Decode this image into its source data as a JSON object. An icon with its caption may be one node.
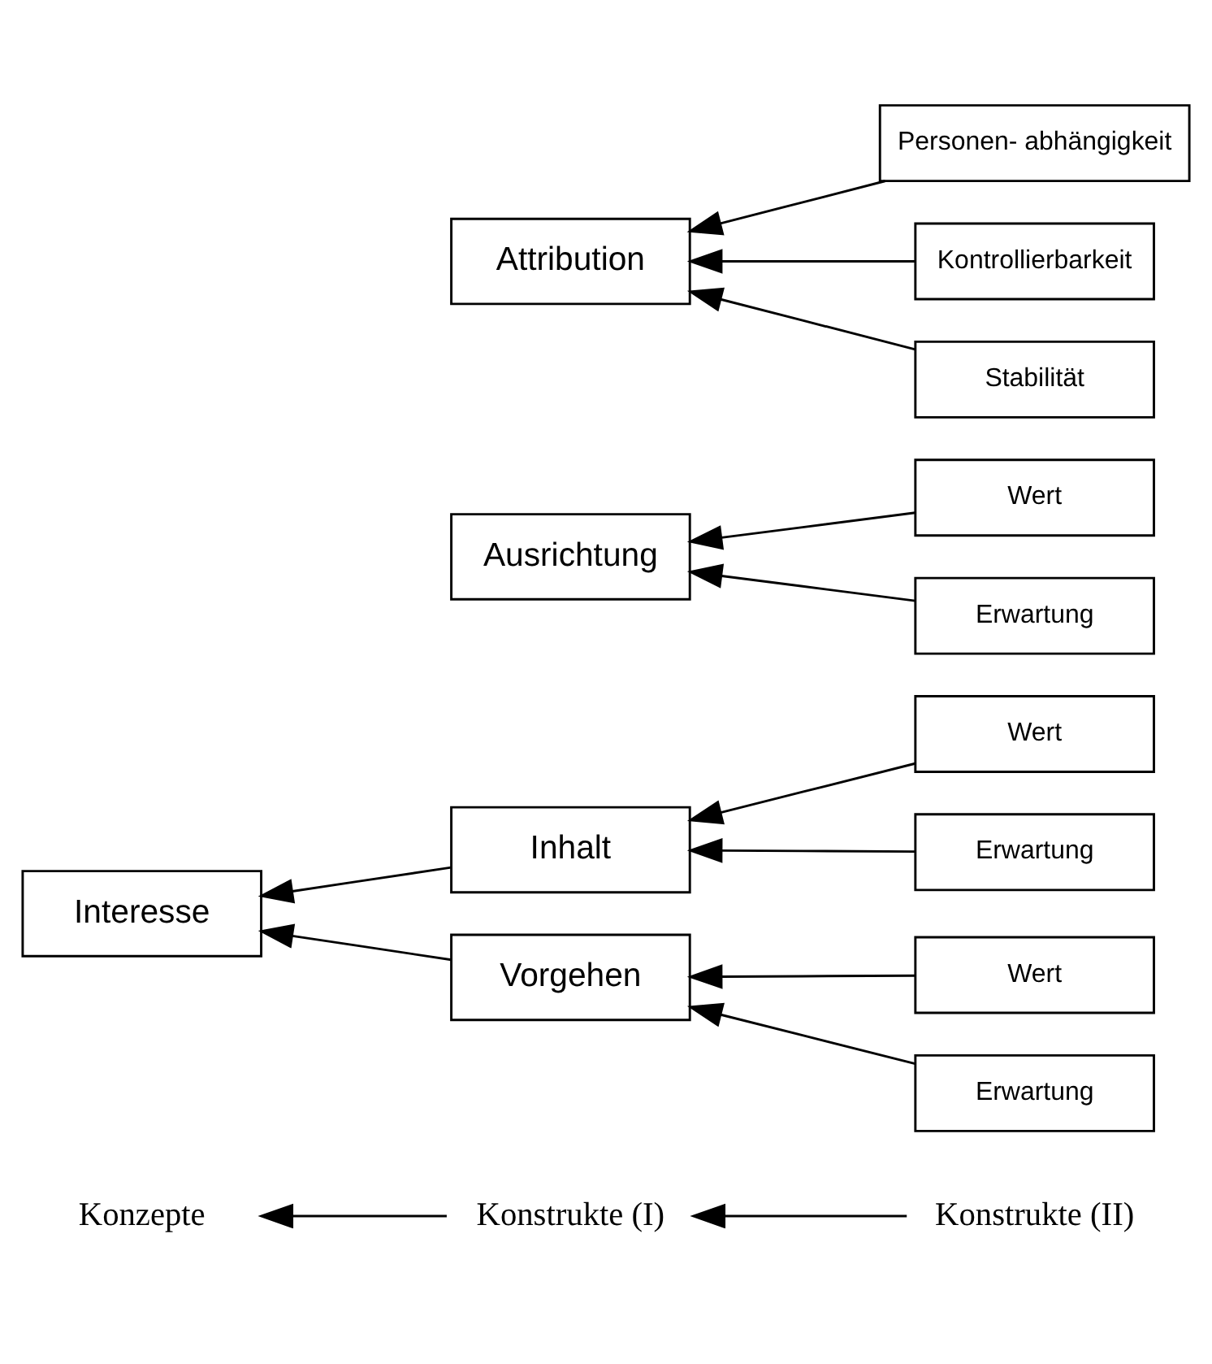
{
  "diagram": {
    "nodes": [
      {
        "text": [
          "Konzepte"
        ]
      },
      {
        "text": [
          "Konstrukte (I)"
        ]
      },
      {
        "text": [
          "Konstrukte (II)"
        ]
      },
      {
        "text": [
          "Interesse"
        ]
      },
      {
        "text": [
          "Inhalt"
        ]
      },
      {
        "text": [
          "Wert"
        ]
      },
      {
        "text": [
          "Erwartung"
        ]
      },
      {
        "text": [
          "Vorgehen"
        ]
      },
      {
        "text": [
          "Wert"
        ]
      },
      {
        "text": [
          "Erwartung"
        ]
      },
      {
        "text": [
          "Ausrichtung"
        ]
      },
      {
        "text": [
          "Wert"
        ]
      },
      {
        "text": [
          "Erwartung"
        ]
      },
      {
        "text": [
          "Attribution"
        ]
      },
      {
        "text": [
          "Personen- abhängigkeit"
        ]
      },
      {
        "text": [
          "Kontrollierbarkeit"
        ]
      },
      {
        "text": [
          "Stabilität"
        ]
      }
    ],
    "edges": [
      {
        "from": 1,
        "to": 0,
        "arrow": "to"
      },
      {
        "from": 2,
        "to": 1,
        "arrow": "to"
      },
      {
        "from": 4,
        "to": 3,
        "arrow": "to"
      },
      {
        "from": 7,
        "to": 3,
        "arrow": "to"
      },
      {
        "from": 5,
        "to": 4,
        "arrow": "to"
      },
      {
        "from": 6,
        "to": 4,
        "arrow": "to"
      },
      {
        "from": 8,
        "to": 7,
        "arrow": "to"
      },
      {
        "from": 9,
        "to": 7,
        "arrow": "to"
      },
      {
        "from": 11,
        "to": 10,
        "arrow": "to"
      },
      {
        "from": 12,
        "to": 10,
        "arrow": "to"
      },
      {
        "from": 14,
        "to": 13,
        "arrow": "to"
      },
      {
        "from": 15,
        "to": 13,
        "arrow": "to"
      },
      {
        "from": 16,
        "to": 13,
        "arrow": "to"
      }
    ]
  }
}
